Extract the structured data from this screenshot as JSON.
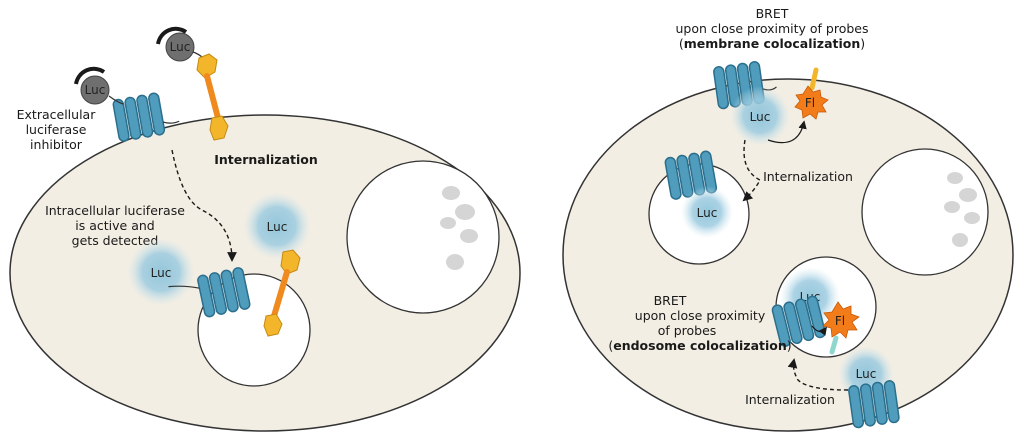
{
  "colors": {
    "cell_fill": "#f3eee3",
    "cell_stroke": "#333333",
    "receptor_fill": "#4f9cbd",
    "receptor_dark": "#2b6f8d",
    "luc_glow": "#8fc4d9",
    "luc_inactive": "#6f6f6f",
    "ligand_orange": "#f08a1e",
    "ligand_yellow": "#f3b62b",
    "fl_orange": "#f27c1a",
    "teal_linker": "#8fd6cf",
    "organelle_spot": "#d5d5d5"
  },
  "left": {
    "luc_labels": [
      "Luc",
      "Luc",
      "Luc",
      "Luc"
    ],
    "inhibitor_label": [
      "Extracellular",
      "luciferase",
      "inhibitor"
    ],
    "internalization_label": "Internalization",
    "detected_label": [
      "Intracellular luciferase",
      "is active and",
      "gets detected"
    ]
  },
  "right": {
    "top_label": {
      "line1": "BRET",
      "line2": "upon close proximity of probes",
      "line3_open": "(",
      "line3_bold": "membrane colocalization",
      "line3_close": ")"
    },
    "luc_labels": [
      "Luc",
      "Luc",
      "Luc",
      "Luc"
    ],
    "fl_labels": [
      "Fl",
      "Fl"
    ],
    "internalization_labels": [
      "Internalization",
      "Internalization"
    ],
    "bottom_label": {
      "line1": "BRET",
      "line2": "upon close proximity",
      "line3": "of probes",
      "line4_open": "(",
      "line4_bold": "endosome colocalization",
      "line4_close": ")"
    }
  }
}
